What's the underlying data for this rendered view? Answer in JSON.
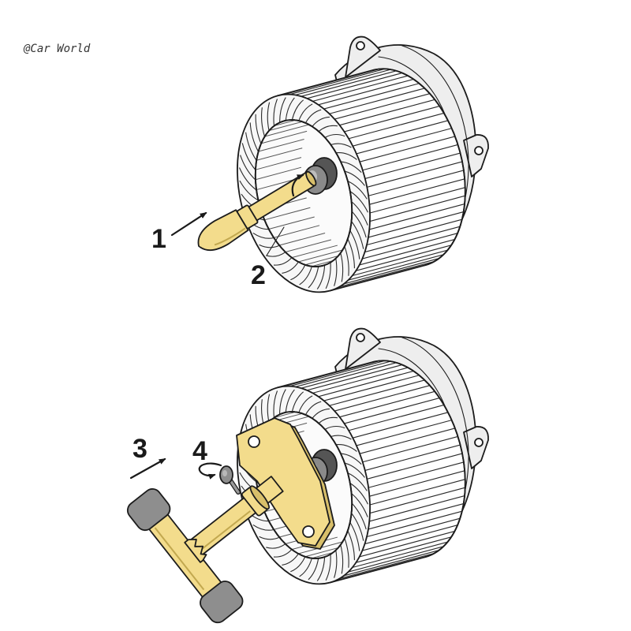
{
  "watermark": "@Car World",
  "steps": {
    "one": "1",
    "two": "2",
    "three": "3",
    "four": "4"
  },
  "colors": {
    "tool": "#f3dc8c",
    "tool_shade": "#d8bf6a",
    "grip": "#8e8e8e",
    "hub": "#8a8a8a",
    "housing": "#eeeeee",
    "outline": "#1c1c1c"
  }
}
